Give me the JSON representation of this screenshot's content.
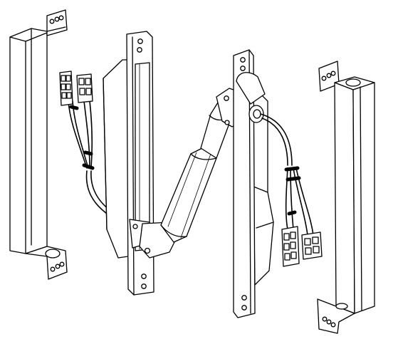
{
  "figure": {
    "background": "#ffffff",
    "line_color": "#000000",
    "components": [
      "left-angle-bracket",
      "left-wire-harness",
      "left-mounting-plate",
      "articulating-arm",
      "right-mounting-plate",
      "right-wire-harness",
      "right-angle-bracket"
    ]
  }
}
